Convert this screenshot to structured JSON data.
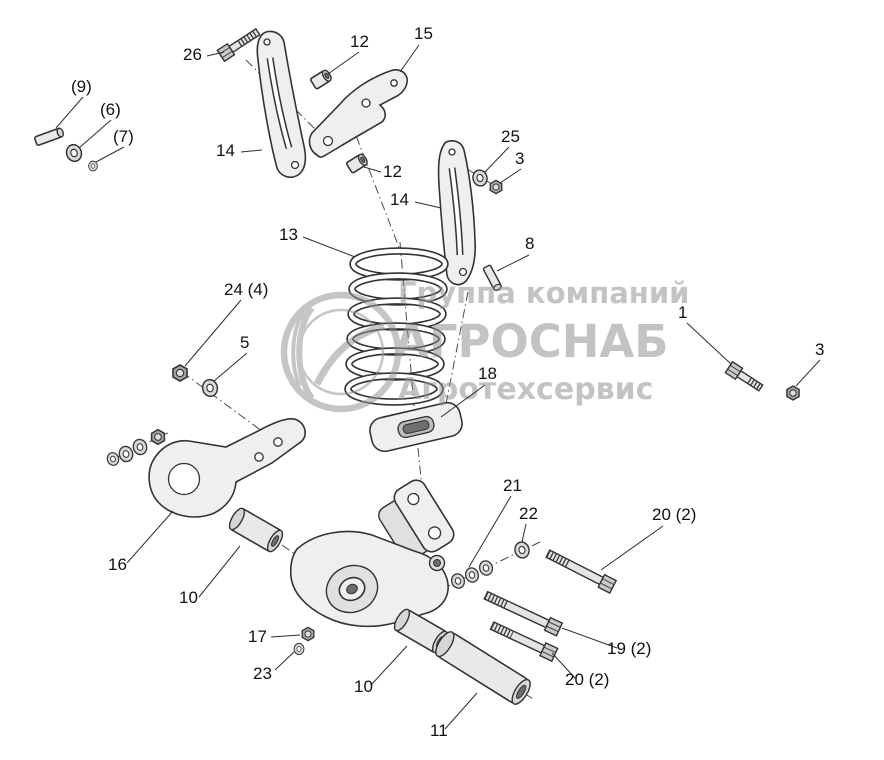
{
  "watermark": {
    "line1": "Группа компаний",
    "line2": "АГРОСНАБ",
    "line3": "Агротехсервис",
    "color": "#8d8d8d"
  },
  "colors": {
    "line": "#333333",
    "label": "#111111",
    "background": "#ffffff"
  },
  "callouts": [
    {
      "id": "26",
      "text": "26"
    },
    {
      "id": "12-top",
      "text": "12"
    },
    {
      "id": "15",
      "text": "15"
    },
    {
      "id": "9",
      "text": "(9)"
    },
    {
      "id": "6",
      "text": "(6)"
    },
    {
      "id": "7",
      "text": "(7)"
    },
    {
      "id": "14-left",
      "text": "14"
    },
    {
      "id": "12-mid",
      "text": "12"
    },
    {
      "id": "25",
      "text": "25"
    },
    {
      "id": "3-top",
      "text": "3"
    },
    {
      "id": "14-right",
      "text": "14"
    },
    {
      "id": "8",
      "text": "8"
    },
    {
      "id": "13",
      "text": "13"
    },
    {
      "id": "24",
      "text": "24 (4)"
    },
    {
      "id": "5",
      "text": "5"
    },
    {
      "id": "1",
      "text": "1"
    },
    {
      "id": "3-right",
      "text": "3"
    },
    {
      "id": "18",
      "text": "18"
    },
    {
      "id": "16",
      "text": "16"
    },
    {
      "id": "10-upper",
      "text": "10"
    },
    {
      "id": "21",
      "text": "21"
    },
    {
      "id": "22",
      "text": "22"
    },
    {
      "id": "20-upper",
      "text": "20 (2)"
    },
    {
      "id": "17",
      "text": "17"
    },
    {
      "id": "23",
      "text": "23"
    },
    {
      "id": "10-lower",
      "text": "10"
    },
    {
      "id": "19",
      "text": "19 (2)"
    },
    {
      "id": "20-lower",
      "text": "20 (2)"
    },
    {
      "id": "11",
      "text": "11"
    }
  ]
}
